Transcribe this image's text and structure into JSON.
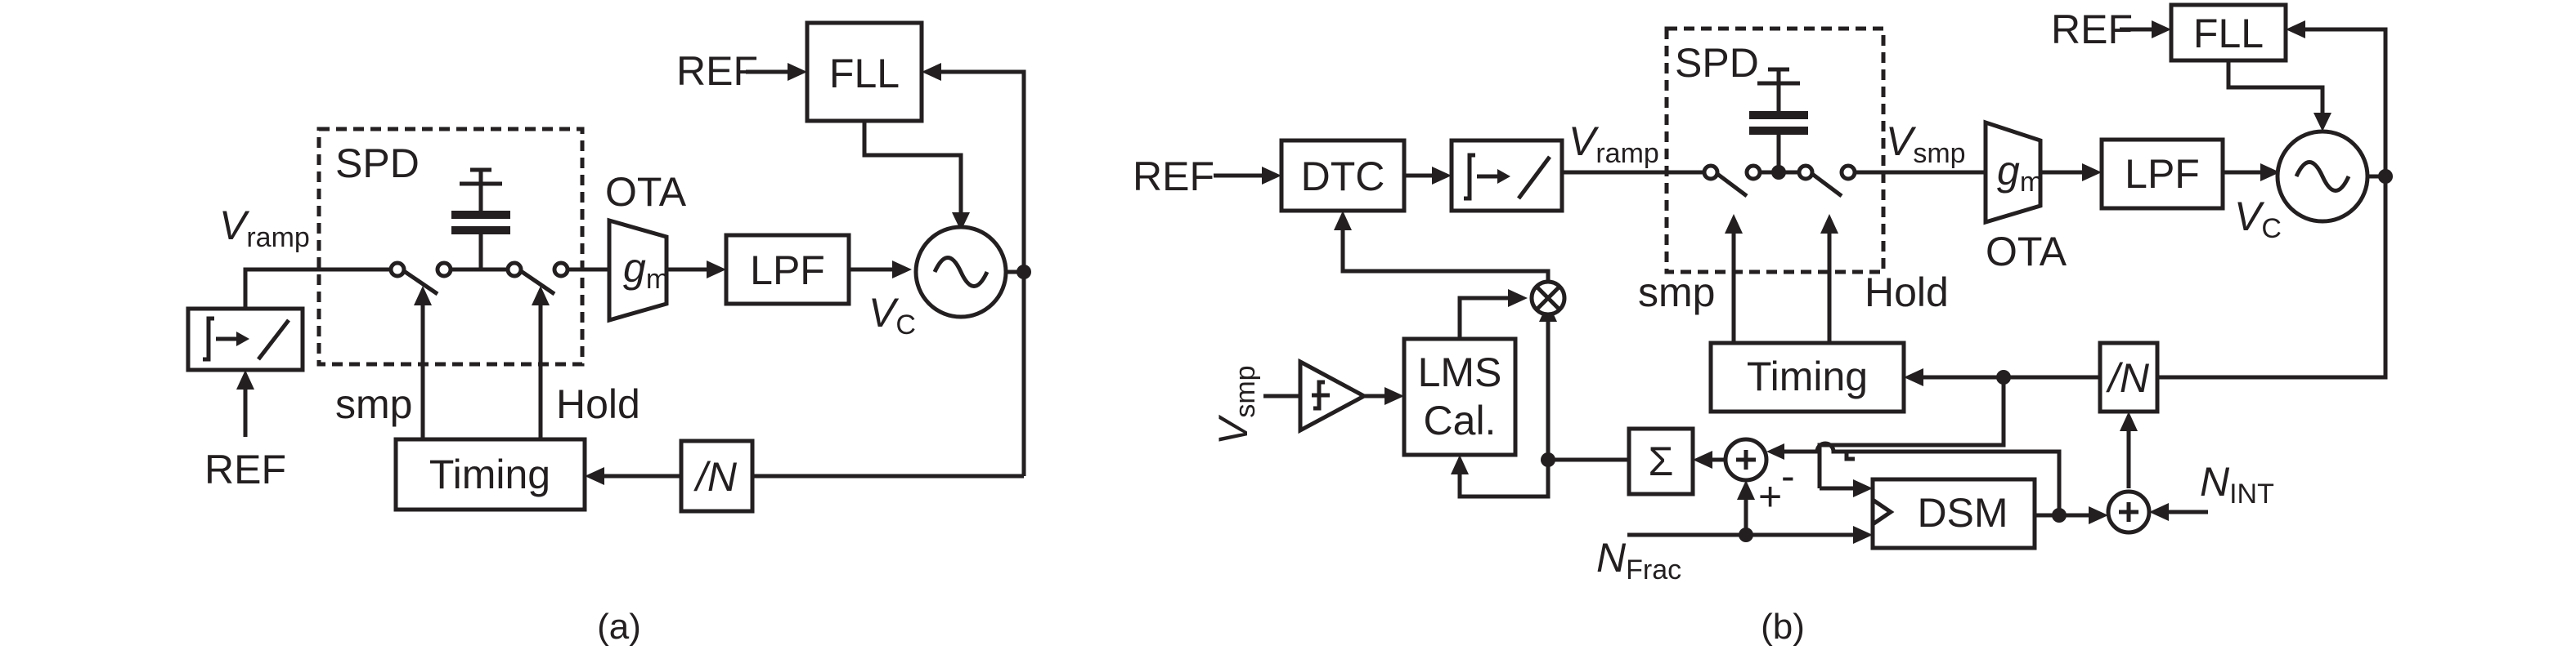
{
  "a": {
    "ref_top": "REF",
    "fll": "FLL",
    "spd": "SPD",
    "ota": "OTA",
    "v_ramp_main": "V",
    "v_ramp_sub": "ramp",
    "gm_main": "g",
    "gm_sub": "m",
    "lpf": "LPF",
    "vc_main": "V",
    "vc_sub": "C",
    "smp": "smp",
    "hold": "Hold",
    "ref_bottom": "REF",
    "timing": "Timing",
    "div": "/N",
    "caption": "(a)"
  },
  "b": {
    "ref_left": "REF",
    "dtc": "DTC",
    "v_ramp_main": "V",
    "v_ramp_sub": "ramp",
    "spd": "SPD",
    "v_smp_main": "V",
    "v_smp_sub": "smp",
    "gm_main": "g",
    "gm_sub": "m",
    "ota": "OTA",
    "lpf": "LPF",
    "vc_main": "V",
    "vc_sub": "C",
    "ref_top": "REF",
    "fll": "FLL",
    "smp": "smp",
    "hold": "Hold",
    "timing": "Timing",
    "div": "/N",
    "lms1": "LMS",
    "lms2": "Cal.",
    "vsmp_in_main": "V",
    "vsmp_in_sub": "smp",
    "sigma": "Σ",
    "minus": "-",
    "plus": "+",
    "dsm": "DSM",
    "nint_main": "N",
    "nint_sub": "INT",
    "nfrac_main": "N",
    "nfrac_sub": "Frac",
    "caption": "(b)"
  }
}
